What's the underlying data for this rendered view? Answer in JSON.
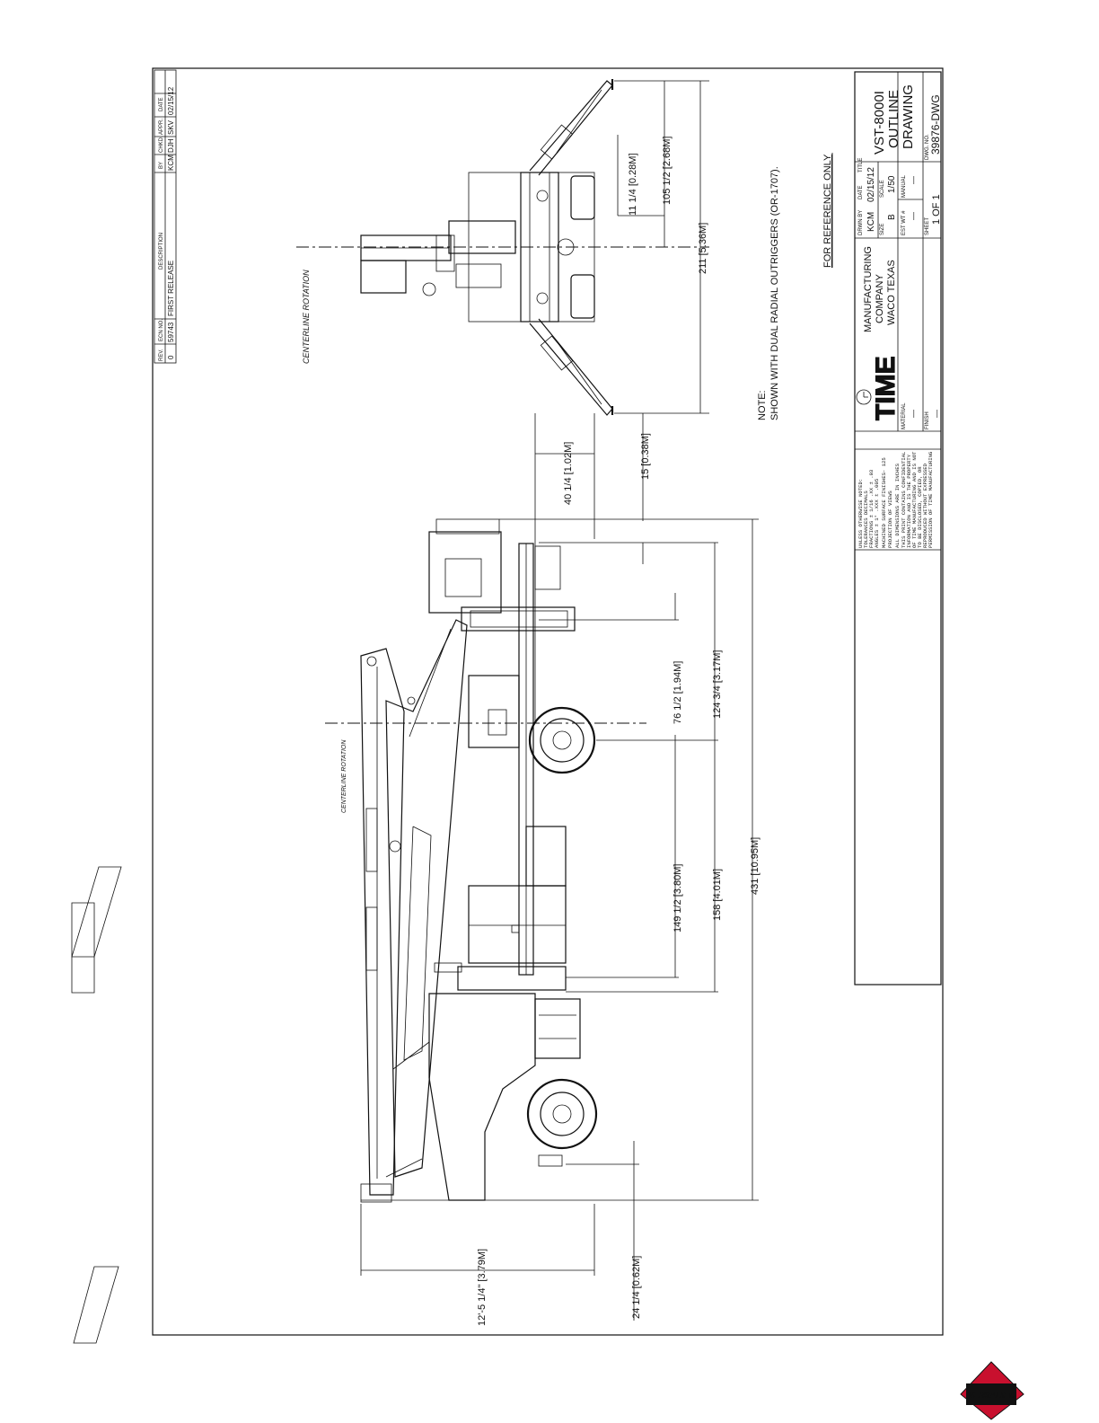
{
  "title_block": {
    "title_label": "TITLE",
    "title_lines": [
      "VST-8000I",
      "OUTLINE",
      "DRAWING"
    ],
    "company_lines": [
      "MANUFACTURING",
      "COMPANY",
      "WACO TEXAS"
    ],
    "drwn_by_label": "DRWN BY",
    "drwn_by": "KCM",
    "date_label": "DATE",
    "date": "02/15/12",
    "size_label": "SIZE",
    "size": "B",
    "scale_label": "SCALE",
    "scale": "1/50",
    "est_label": "EST WT #",
    "est": "—",
    "manual_label": "MANUAL",
    "manual": "—",
    "sheet_label": "SHEET",
    "sheet": "1 OF 1",
    "dwg_label": "DWG. NO.",
    "dwg_no": "39876-DWG",
    "material_label": "MATERIAL",
    "material": "—",
    "finish_label": "FINISH",
    "finish": "—",
    "logo_text": "TIME"
  },
  "revision": {
    "headers": [
      "REV.",
      "ECN NO.",
      "DESCRIPTION",
      "BY",
      "CHKD.",
      "APPR.",
      "DATE"
    ],
    "row": [
      "0",
      "59743",
      "FIRST RELEASE",
      "KCM",
      "DJH",
      "SKV",
      "02/15/12"
    ]
  },
  "notes": {
    "note_label": "NOTE:",
    "note_text": "SHOWN WITH DUAL RADIAL OUTRIGGERS (OR-1707).",
    "reference": "FOR REFERENCE ONLY"
  },
  "labels": {
    "centerline_rear": "CENTERLINE ROTATION",
    "centerline_side": "CENTERLINE ROTATION"
  },
  "dimensions": {
    "d_11": "11 1/4 [0.28M]",
    "d_105": "105 1/2 [2.68M]",
    "d_211": "211 [5.36M]",
    "d_40": "40 1/4 [1.02M]",
    "d_15": "15 [0.38M]",
    "d_124": "124 3/4 [3.17M]",
    "d_76": "76 1/2 [1.94M]",
    "d_149": "149 1/2 [3.80M]",
    "d_158": "158 [4.01M]",
    "d_431": "431 [10.95M]",
    "d_12ft": "12'-5 1/4\" [3.79M]",
    "d_24": "24 1/4 [0.62M]"
  },
  "unless_noted": [
    "UNLESS OTHERWISE NOTED:",
    "TOLERANCES        DECIMALS",
    "FRACTIONS ± 1/16   .XX ± .03",
    "ANGLES ± 1°        .XXX ± .005",
    "MACHINED SURFACE FINISHES- 125",
    "PROJECTION OF VIEWS",
    "ALL DIMENSIONS ARE IN INCHES",
    "THIS PRINT CONTAINS CONFIDENTIAL",
    "INFORMATION AND IS THE PROPERTY",
    "OF TIME MANUFACTURING AND IS NOT",
    "TO BE DISCLOSED, COPIED, OR",
    "REPRODUCED WITHOUT EXPRESSED",
    "PERMISSION OF TIME MANUFACTURING"
  ],
  "brand": {
    "logo": "VERSALIFT."
  },
  "colors": {
    "ink": "#111111",
    "brand_red": "#c8102e",
    "paper": "#ffffff"
  }
}
